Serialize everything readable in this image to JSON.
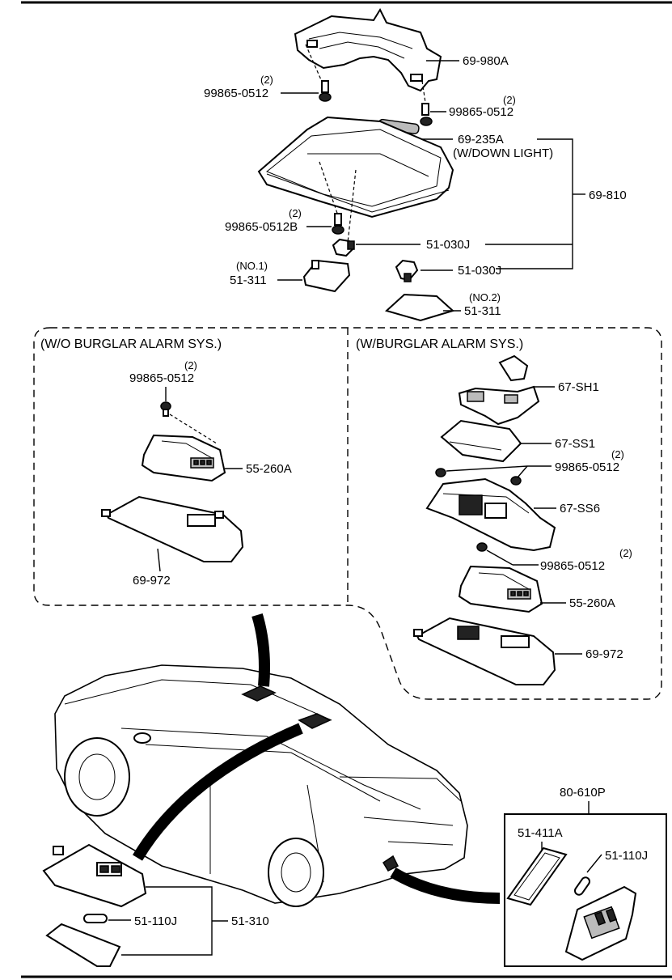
{
  "labels": {
    "p69_980A": "69-980A",
    "screw_tl_qty": "(2)",
    "screw_tl": "99865-0512",
    "screw_tr_qty": "(2)",
    "screw_tr": "99865-0512",
    "p69_235A": "69-235A",
    "w_down_light": "(W/DOWN LIGHT)",
    "p69_810": "69-810",
    "screw_b_qty": "(2)",
    "screw_b": "99865-0512B",
    "bulb1": "51-030J",
    "bulb2": "51-030J",
    "lens1_no": "(NO.1)",
    "lens1": "51-311",
    "lens2_no": "(NO.2)",
    "lens2": "51-311",
    "wo_title": "(W/O BURGLAR ALARM SYS.)",
    "wo_screw_qty": "(2)",
    "wo_screw": "99865-0512",
    "wo_55_260A": "55-260A",
    "wo_69_972": "69-972",
    "w_title": "(W/BURGLAR ALARM SYS.)",
    "w_67_SH1": "67-SH1",
    "w_67_SS1": "67-SS1",
    "w_screw1_qty": "(2)",
    "w_screw1": "99865-0512",
    "w_67_SS6": "67-SS6",
    "w_screw2_qty": "(2)",
    "w_screw2": "99865-0512",
    "w_55_260A": "55-260A",
    "w_69_972": "69-972",
    "p80_610P": "80-610P",
    "p51_411A": "51-411A",
    "p51_110J_box": "51-110J",
    "p51_110J": "51-110J",
    "p51_310": "51-310"
  }
}
